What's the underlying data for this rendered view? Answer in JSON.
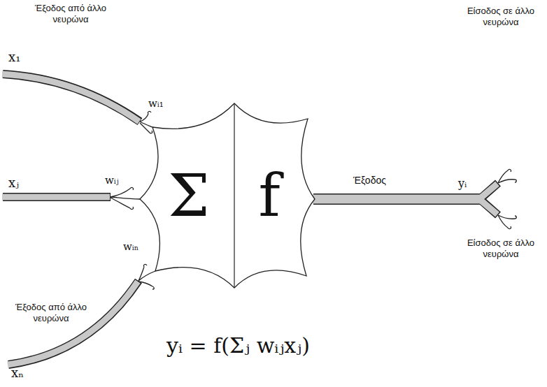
{
  "diagram": {
    "nodes": [
      {
        "text": [
          "Σ",
          "f"
        ]
      }
    ],
    "labels": [
      "Έξοδος από άλλο νευρώνα",
      "Είσοδος σε άλλο νευρώνα",
      "x₁",
      "wᵢ₁",
      "Έξοδος",
      "yᵢ",
      "xⱼ",
      "wᵢⱼ",
      "Είσοδος σε άλλο νευρώνα",
      "wᵢₙ",
      "Έξοδος από άλλο νευρώνα",
      "yᵢ = f(Σⱼ wᵢⱼxⱼ)",
      "xₙ"
    ]
  }
}
